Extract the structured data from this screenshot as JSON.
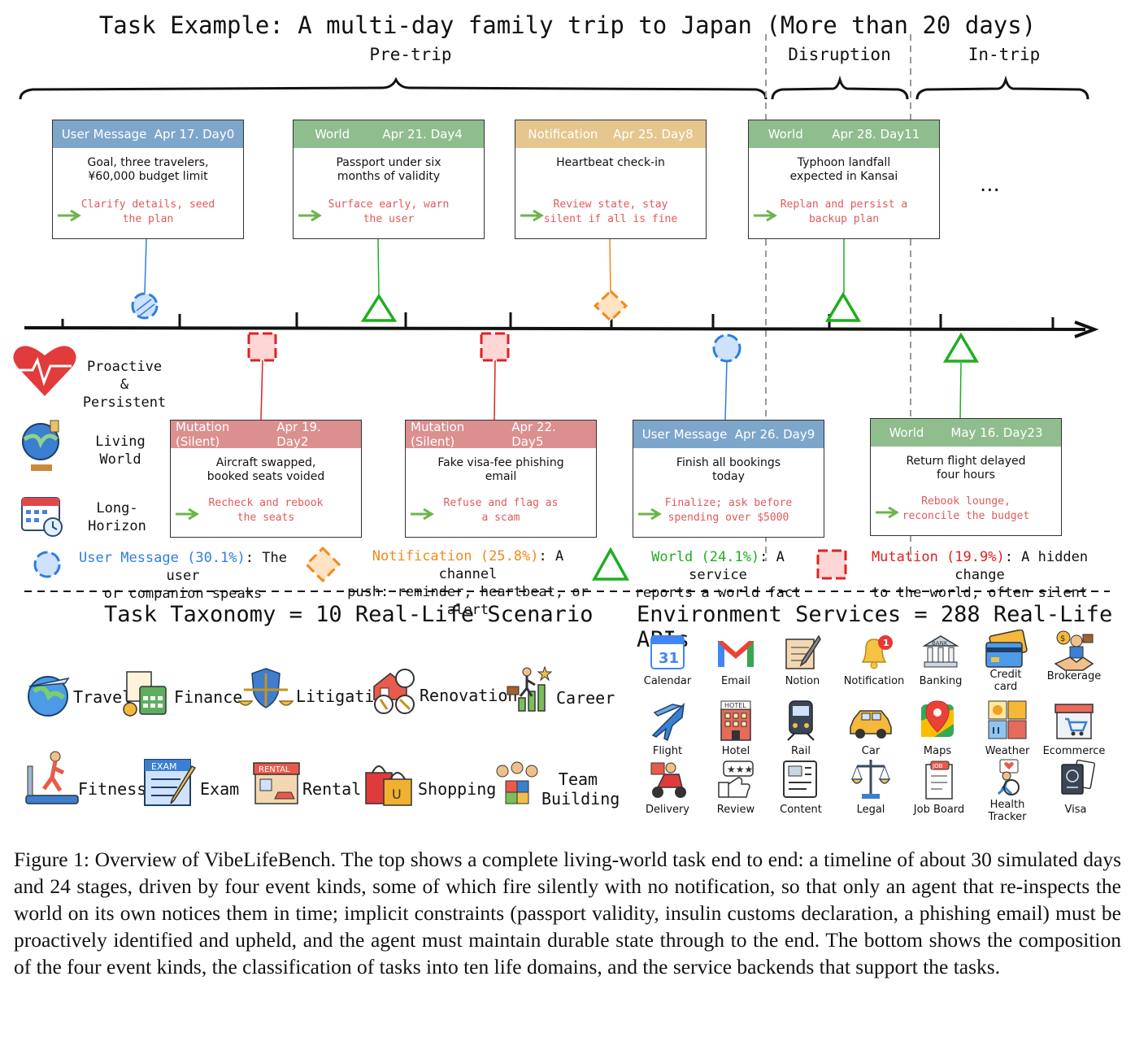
{
  "title": "Task Example: A multi-day family trip to Japan (More than 20 days)",
  "phases": [
    "Pre-trip",
    "Disruption",
    "In-trip"
  ],
  "top_cards": [
    {
      "kind": "User Message",
      "date": "Apr 17. Day0",
      "body": "Goal, three travelers,\n¥60,000 budget limit",
      "action": "Clarify details, seed\nthe plan",
      "color": "#7ea6cb"
    },
    {
      "kind": "World",
      "date": "Apr 21. Day4",
      "body": "Passport under six\nmonths of validity",
      "action": "Surface early, warn\nthe user",
      "color": "#8fbd8e"
    },
    {
      "kind": "Notification",
      "date": "Apr 25. Day8",
      "body": "Heartbeat check-in",
      "action": "Review state, stay\nsilent if all is fine",
      "color": "#e5c68e"
    },
    {
      "kind": "World",
      "date": "Apr 28. Day11",
      "body": "Typhoon landfall\nexpected in Kansai",
      "action": "Replan and persist a\nbackup plan",
      "color": "#8fbd8e"
    }
  ],
  "ellipsis": "...",
  "bottom_cards": [
    {
      "kind": "Mutation (Silent)",
      "date": "Apr 19. Day2",
      "body": "Aircraft swapped,\nbooked seats voided",
      "action": "Recheck and rebook\nthe seats",
      "color": "#dc8f8f"
    },
    {
      "kind": "Mutation (Silent)",
      "date": "Apr 22. Day5",
      "body": "Fake visa-fee phishing\nemail",
      "action": "Refuse and flag as\na scam",
      "color": "#dc8f8f"
    },
    {
      "kind": "User Message",
      "date": "Apr 26. Day9",
      "body": "Finish all bookings\ntoday",
      "action": "Finalize; ask before\nspending over $5000",
      "color": "#7ea6cb"
    },
    {
      "kind": "World",
      "date": "May 16. Day23",
      "body": "Return flight delayed\nfour hours",
      "action": "Rebook lounge,\nreconcile the budget",
      "color": "#8fbd8e"
    }
  ],
  "features": [
    {
      "label": "Proactive &\nPersistent",
      "icon": "heart-pulse-icon"
    },
    {
      "label": "Living\nWorld",
      "icon": "globe-icon"
    },
    {
      "label": "Long-\nHorizon",
      "icon": "calendar-clock-icon"
    }
  ],
  "legend": [
    {
      "name": "User Message (30.1%)",
      "desc_a": ": The user",
      "desc_b": "or companion speaks",
      "color": "#2f7de1",
      "share": 30.1
    },
    {
      "name": "Notification (25.8%)",
      "desc_a": ": A channel",
      "desc_b": "push: reminder, heartbeat, or alert",
      "color": "#f08a1c",
      "share": 25.8
    },
    {
      "name": "World (24.1%)",
      "desc_a": ": A service",
      "desc_b": "reports a world fact",
      "color": "#1fae1f",
      "share": 24.1
    },
    {
      "name": "Mutation (19.9%)",
      "desc_a": ": A hidden change",
      "desc_b": "to the world, often silent",
      "color": "#e02020",
      "share": 19.9
    }
  ],
  "taxonomy": {
    "title": "Task Taxonomy = 10 Real-Life Scenario",
    "items": [
      "Travel",
      "Finance",
      "Litigation",
      "Renovation",
      "Career",
      "Fitness",
      "Exam",
      "Rental",
      "Shopping",
      "Team\nBuilding"
    ]
  },
  "services": {
    "title": "Environment Services = 288 Real-Life APIs",
    "items": [
      "Calendar",
      "Email",
      "Notion",
      "Notification",
      "Banking",
      "Credit\ncard",
      "Brokerage",
      "Flight",
      "Hotel",
      "Rail",
      "Car",
      "Maps",
      "Weather",
      "Ecommerce",
      "Delivery",
      "Review",
      "Content",
      "Legal",
      "Job Board",
      "Health\nTracker",
      "Visa"
    ]
  },
  "caption": "Figure 1: Overview of VibeLifeBench. The top shows a complete living-world task end to end: a timeline of about 30 simulated days and 24 stages, driven by four event kinds, some of which fire silently with no notification, so that only an agent that re-inspects the world on its own notices them in time; implicit constraints (passport validity, insulin customs declaration, a phishing email) must be proactively identified and upheld, and the agent must maintain durable state through to the end. The bottom shows the composition of the four event kinds, the classification of tasks into ten life domains, and the service backends that support the tasks."
}
